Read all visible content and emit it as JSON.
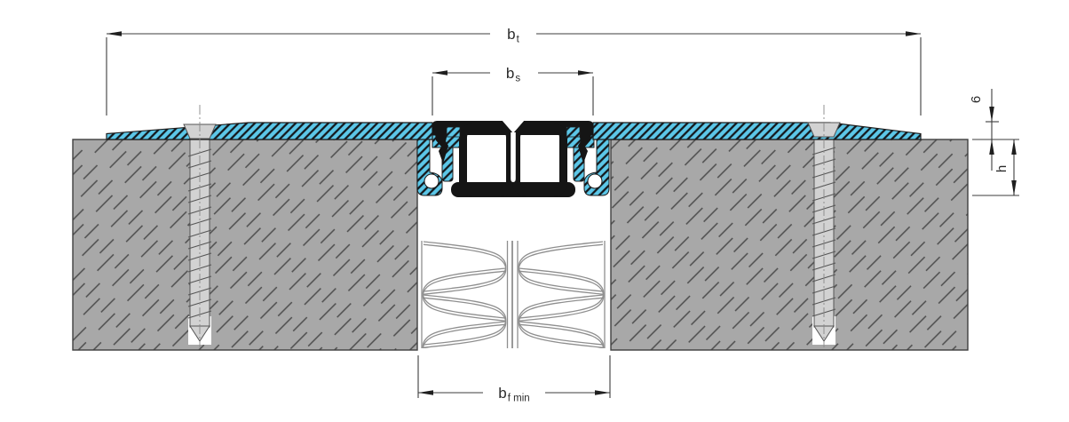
{
  "diagram": {
    "type": "expansion-joint-profile-cross-section",
    "dimensions": {
      "total_width": {
        "main": "b",
        "sub": "t"
      },
      "insert_width": {
        "main": "b",
        "sub": "s"
      },
      "joint_width": {
        "main": "b",
        "sub": "f min"
      },
      "edge_height": {
        "text": "6"
      },
      "profile_depth": {
        "text": "h"
      }
    },
    "components": {
      "left_slab": "concrete slab",
      "right_slab": "concrete slab",
      "cover_plate": "aluminium cover plate",
      "rubber_insert": "elastomer insert",
      "side_profile": "aluminium side profile",
      "anchor": "fixing screw",
      "insulation": "mineral wool joint filler"
    },
    "colors": {
      "aluminium": "#5cc7e8",
      "alu_hatch": "#14181c",
      "concrete": "#a8a8a8",
      "concrete_hatch": "#4d4d4d",
      "rubber": "#151515",
      "steel": "#d2d2d2",
      "steel_edge": "#555555",
      "outline": "#2b2b2b",
      "dim_line": "#3c3c3c",
      "insulation_line": "#8f8f8f"
    }
  }
}
